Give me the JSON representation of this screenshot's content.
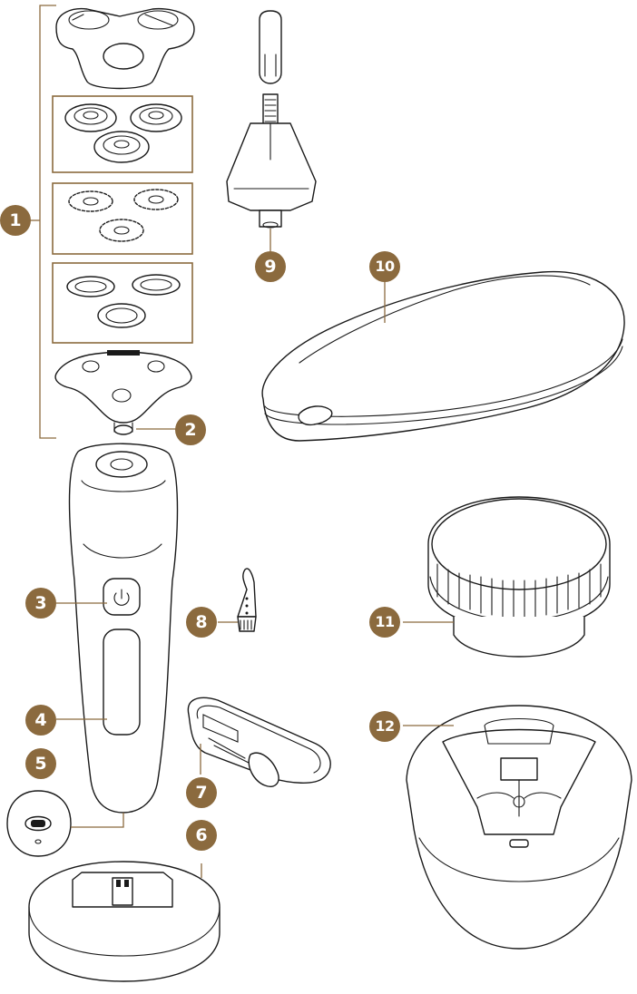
{
  "accent_color": "#8b6a3e",
  "line_color": "#1a1a1a",
  "callouts": [
    {
      "label": "1",
      "part": "shaving head set"
    },
    {
      "label": "2",
      "part": "shaving head unit"
    },
    {
      "label": "3",
      "part": "on/off button"
    },
    {
      "label": "4",
      "part": "display"
    },
    {
      "label": "5",
      "part": "socket"
    },
    {
      "label": "6",
      "part": "charging stand"
    },
    {
      "label": "7",
      "part": "supply unit"
    },
    {
      "label": "8",
      "part": "cleaning brush"
    },
    {
      "label": "9",
      "part": "precision trimmer"
    },
    {
      "label": "10",
      "part": "pouch"
    },
    {
      "label": "11",
      "part": "cleaning cartridge"
    },
    {
      "label": "12",
      "part": "quick clean pod"
    }
  ]
}
